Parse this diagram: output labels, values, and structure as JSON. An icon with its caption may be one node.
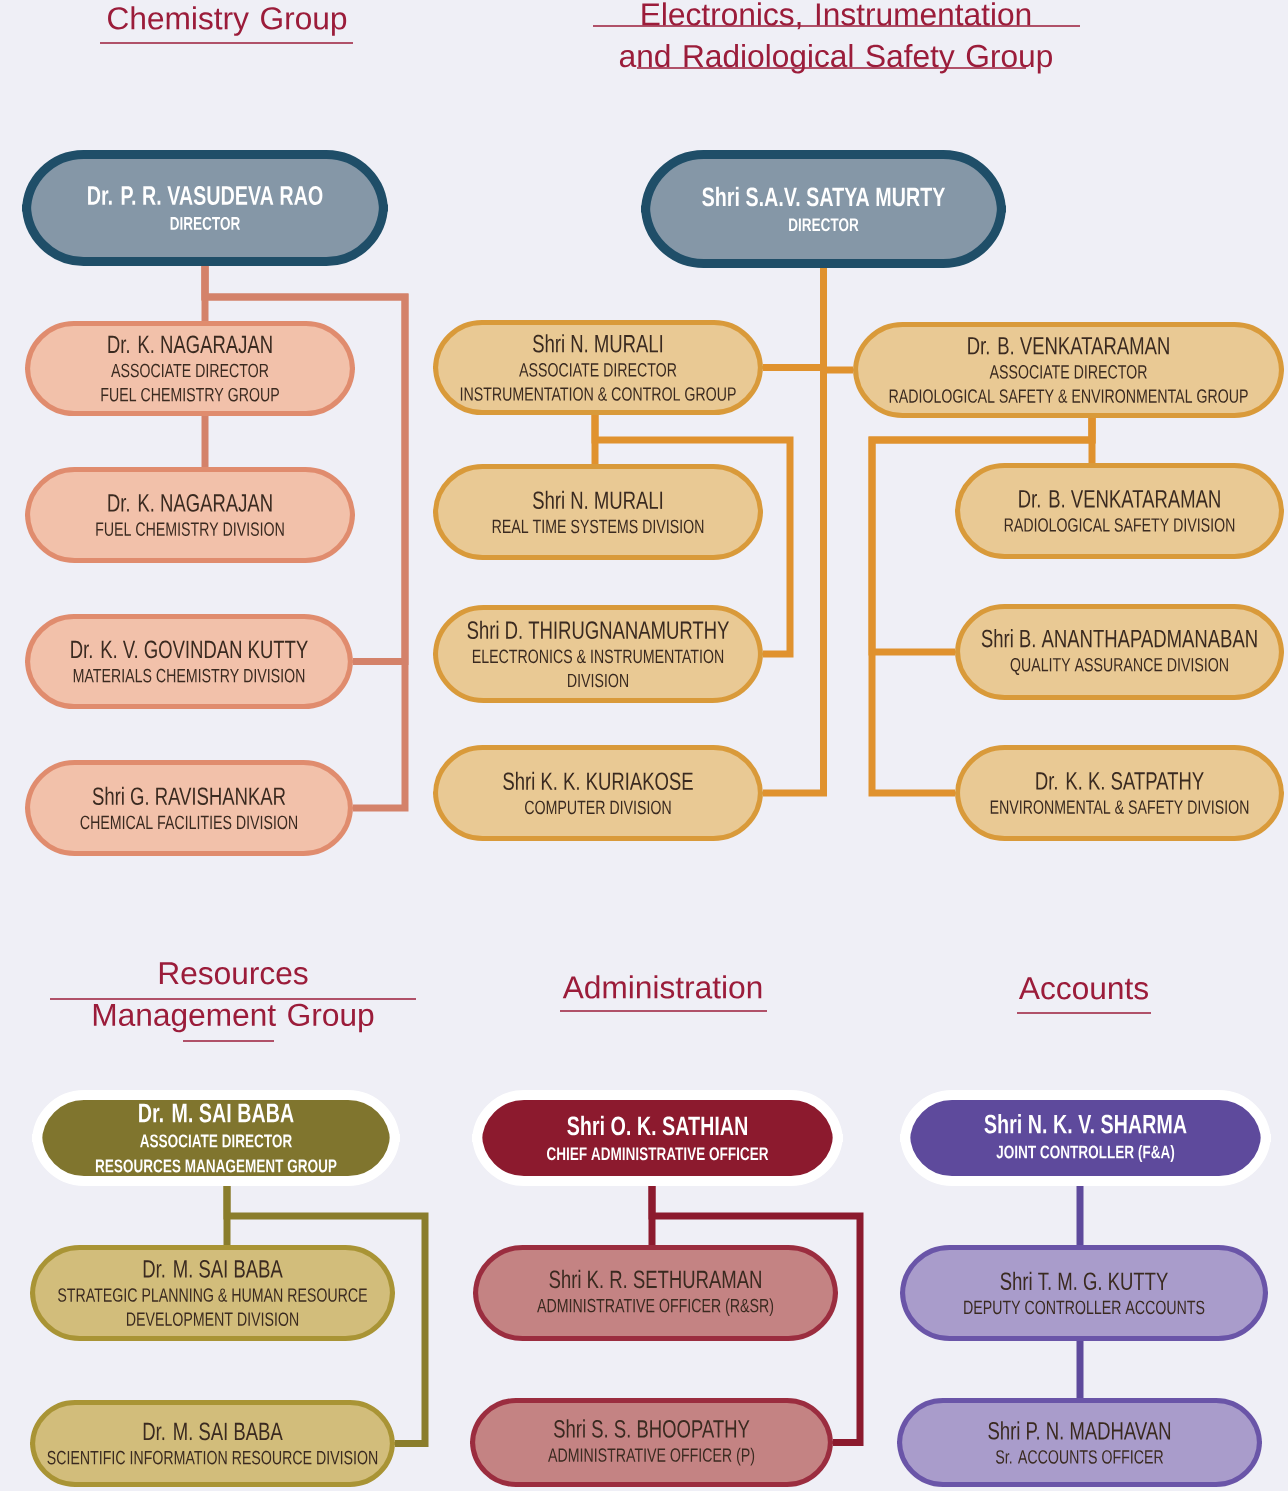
{
  "diagram": {
    "nodes": [
      {
        "text": [
          "Dr. P. R. VASUDEVA RAO",
          "DIRECTOR"
        ]
      },
      {
        "text": [
          "Dr. K. NAGARAJAN",
          "ASSOCIATE DIRECTOR",
          "FUEL CHEMISTRY GROUP"
        ]
      },
      {
        "text": [
          "Dr. K. NAGARAJAN",
          "FUEL CHEMISTRY DIVISION"
        ]
      },
      {
        "text": [
          "Dr. K. V. GOVINDAN KUTTY",
          "MATERIALS CHEMISTRY DIVISION"
        ]
      },
      {
        "text": [
          "Shri G. RAVISHANKAR",
          "CHEMICAL FACILITIES DIVISION"
        ]
      },
      {
        "text": [
          "Shri S.A.V. SATYA MURTY",
          "DIRECTOR"
        ]
      },
      {
        "text": [
          "Shri N. MURALI",
          "ASSOCIATE DIRECTOR",
          "INSTRUMENTATION & CONTROL GROUP"
        ]
      },
      {
        "text": [
          "Dr. B. VENKATARAMAN",
          "ASSOCIATE DIRECTOR",
          "RADIOLOGICAL SAFETY & ENVIRONMENTAL GROUP"
        ]
      },
      {
        "text": [
          "Shri N. MURALI",
          "REAL TIME SYSTEMS DIVISION"
        ]
      },
      {
        "text": [
          "Shri D. THIRUGNANAMURTHY",
          "ELECTRONICS & INSTRUMENTATION DIVISION"
        ]
      },
      {
        "text": [
          "Shri K. K. KURIAKOSE",
          "COMPUTER DIVISION"
        ]
      },
      {
        "text": [
          "Dr. B. VENKATARAMAN",
          "RADIOLOGICAL SAFETY DIVISION"
        ]
      },
      {
        "text": [
          "Shri B. ANANTHAPADMANABAN",
          "QUALITY ASSURANCE DIVISION"
        ]
      },
      {
        "text": [
          "Dr. K. K. SATPATHY",
          "ENVIRONMENTAL & SAFETY DIVISION"
        ]
      },
      {
        "text": [
          "Dr. M. SAI BABA",
          "ASSOCIATE DIRECTOR",
          "RESOURCES MANAGEMENT GROUP"
        ]
      },
      {
        "text": [
          "Dr. M. SAI BABA",
          "STRATEGIC PLANNING & HUMAN RESOURCE DEVELOPMENT DIVISION"
        ]
      },
      {
        "text": [
          "Dr. M. SAI BABA",
          "SCIENTIFIC INFORMATION RESOURCE DIVISION"
        ]
      },
      {
        "text": [
          "Shri O. K. SATHIAN",
          "CHIEF ADMINISTRATIVE OFFICER"
        ]
      },
      {
        "text": [
          "Shri K. R. SETHURAMAN",
          "ADMINISTRATIVE OFFICER (R&SR)"
        ]
      },
      {
        "text": [
          "Shri S. S. BHOOPATHY",
          "ADMINISTRATIVE OFFICER (P)"
        ]
      },
      {
        "text": [
          "Shri N. K. V. SHARMA",
          "JOINT CONTROLLER (F&A)"
        ]
      },
      {
        "text": [
          "Shri T. M. G. KUTTY",
          "DEPUTY CONTROLLER ACCOUNTS"
        ]
      },
      {
        "text": [
          "Shri P. N. MADHAVAN",
          "Sr. ACCOUNTS OFFICER"
        ]
      }
    ],
    "edges": [
      {
        "from": 0,
        "to": 1,
        "arrow": "none",
        "color": "#d4826a"
      },
      {
        "from": 1,
        "to": 2,
        "arrow": "none",
        "color": "#d4826a"
      },
      {
        "from": 0,
        "to": 3,
        "arrow": "none",
        "color": "#d4826a"
      },
      {
        "from": 0,
        "to": 4,
        "arrow": "none",
        "color": "#d4826a"
      },
      {
        "from": 5,
        "to": 6,
        "arrow": "none"
      },
      {
        "from": 5,
        "to": 7,
        "arrow": "none"
      },
      {
        "from": 5,
        "to": 10,
        "arrow": "none"
      },
      {
        "from": 6,
        "to": 8,
        "arrow": "none"
      },
      {
        "from": 6,
        "to": 9,
        "arrow": "none"
      },
      {
        "from": 7,
        "to": 11,
        "arrow": "none"
      },
      {
        "from": 7,
        "to": 12,
        "arrow": "none"
      },
      {
        "from": 7,
        "to": 13,
        "arrow": "none"
      },
      {
        "from": 14,
        "to": 15,
        "arrow": "none",
        "color": "#8a7d2c"
      },
      {
        "from": 14,
        "to": 16,
        "arrow": "none",
        "color": "#8a7d2c"
      },
      {
        "from": 17,
        "to": 18,
        "arrow": "none",
        "color": "#8c1a2e"
      },
      {
        "from": 17,
        "to": 19,
        "arrow": "none",
        "color": "#8c1a2e"
      },
      {
        "from": 20,
        "to": 21,
        "arrow": "none",
        "color": "#5e4a9c"
      },
      {
        "from": 21,
        "to": 22,
        "arrow": "none",
        "color": "#5e4a9c"
      }
    ],
    "labels": [
      "Chemistry Group",
      "Electronics, Instrumentation and Radiological Safety Group",
      "Resources Management Group",
      "Administration",
      "Accounts"
    ]
  }
}
